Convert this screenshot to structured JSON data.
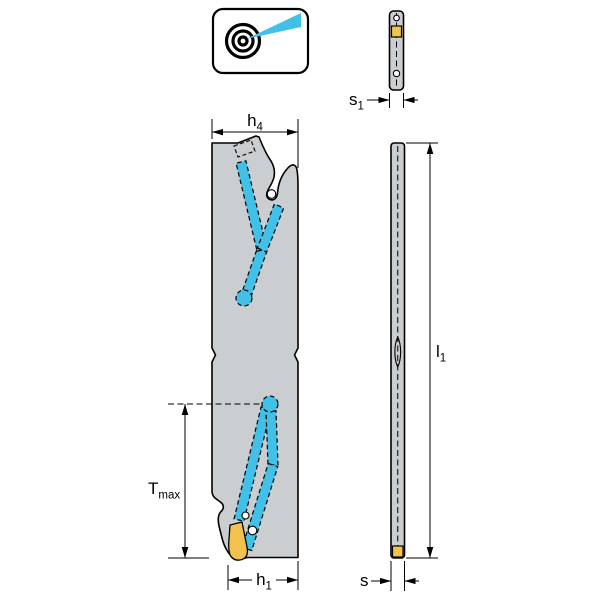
{
  "colors": {
    "body_gray": "#cbced1",
    "coolant_cyan": "#41c0e8",
    "insert_yellow": "#f2c24e",
    "outline_black": "#000000",
    "background": "#ffffff"
  },
  "icon": {
    "name": "precision-coolant-target",
    "beam_color": "#41c0e8"
  },
  "labels": {
    "h4": {
      "base": "h",
      "sub": "4"
    },
    "s1": {
      "base": "s",
      "sub": "1"
    },
    "l1": {
      "base": "l",
      "sub": "1"
    },
    "h1": {
      "base": "h",
      "sub": "1"
    },
    "s": {
      "base": "s",
      "sub": ""
    },
    "tmax": {
      "base": "T",
      "sub": "max"
    }
  }
}
